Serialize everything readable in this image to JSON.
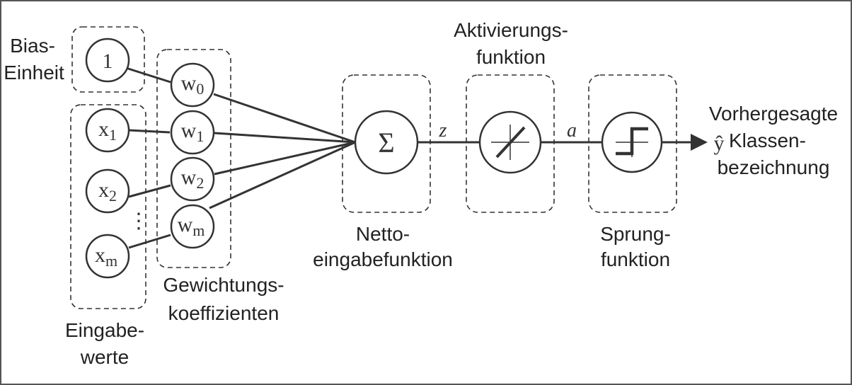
{
  "labels": {
    "bias": [
      "Bias-",
      "Einheit"
    ],
    "inputs": [
      "Eingabe-",
      "werte"
    ],
    "weights": [
      "Gewichtungs-",
      "koeffizienten"
    ],
    "net_input": [
      "Netto-",
      "eingabefunktion"
    ],
    "activation": [
      "Aktivierungs-",
      "funktion"
    ],
    "step": [
      "Sprung-",
      "funktion"
    ],
    "output": [
      "Vorhergesagte",
      "Klassen-",
      "bezeichnung"
    ]
  },
  "nodes": {
    "bias": "1",
    "x1": {
      "base": "x",
      "sub": "1"
    },
    "x2": {
      "base": "x",
      "sub": "2"
    },
    "xm": {
      "base": "x",
      "sub": "m"
    },
    "w0": {
      "base": "w",
      "sub": "0"
    },
    "w1": {
      "base": "w",
      "sub": "1"
    },
    "w2": {
      "base": "w",
      "sub": "2"
    },
    "wm": {
      "base": "w",
      "sub": "m"
    },
    "sum": "Σ",
    "vdots": "⋮"
  },
  "edge_labels": {
    "z": "z",
    "a": "a"
  },
  "output_symbol": "ŷ"
}
